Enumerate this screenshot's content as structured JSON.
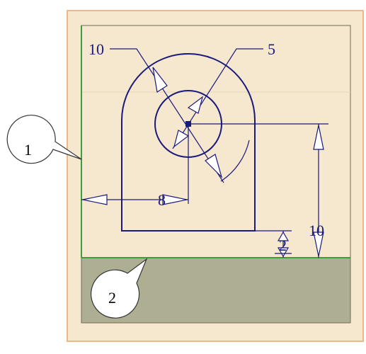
{
  "dimensions": {
    "outer_radius": "10",
    "hole_radius": "5",
    "horizontal_offset": "8",
    "vertical_height": "10",
    "bottom_gap": "2"
  },
  "callouts": {
    "callout_1": "1",
    "callout_2": "2"
  },
  "colors": {
    "background_panel": "#f6e7cf",
    "panel_border": "#f0b88a",
    "ground": "#aeae92",
    "line": "#1a1a7a",
    "green_edge": "#3aa13a"
  }
}
